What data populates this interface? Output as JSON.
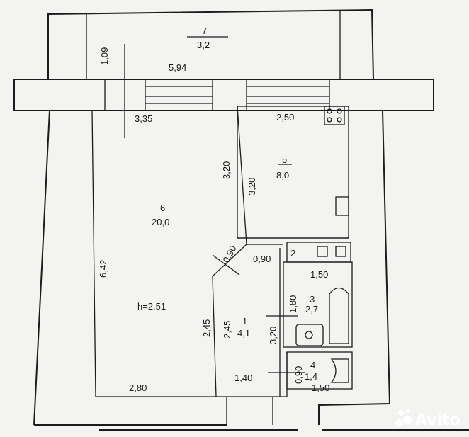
{
  "rooms": [
    {
      "number": "7",
      "area": "3,2"
    },
    {
      "number": "6",
      "area": "20,0"
    },
    {
      "number": "5",
      "area": "8,0"
    },
    {
      "number": "1",
      "area": "4,1"
    },
    {
      "number": "3",
      "area": "2,7"
    },
    {
      "number": "4",
      "area": "1,4"
    },
    {
      "number": "2"
    }
  ],
  "dimensions": {
    "balcony_depth": "1,09",
    "balcony_width": "5,94",
    "room6_width": "3,35",
    "room6_length": "6,42",
    "room6_partition": "3,20",
    "room6_bottom": "2,80",
    "kitchen_width": "2,50",
    "kitchen_length": "3,20",
    "hall_diag": "0,90",
    "hall_door": "0,90",
    "hall_left": "2,45",
    "hall_inner": "2,45",
    "hall_right": "3,20",
    "hall_bottom": "1,40",
    "bath_width": "1,50",
    "bath_length": "1,80",
    "wc_length": "0,90",
    "wc_width": "1,50"
  },
  "ceiling_height": "h=2.51",
  "watermark": "Avito"
}
